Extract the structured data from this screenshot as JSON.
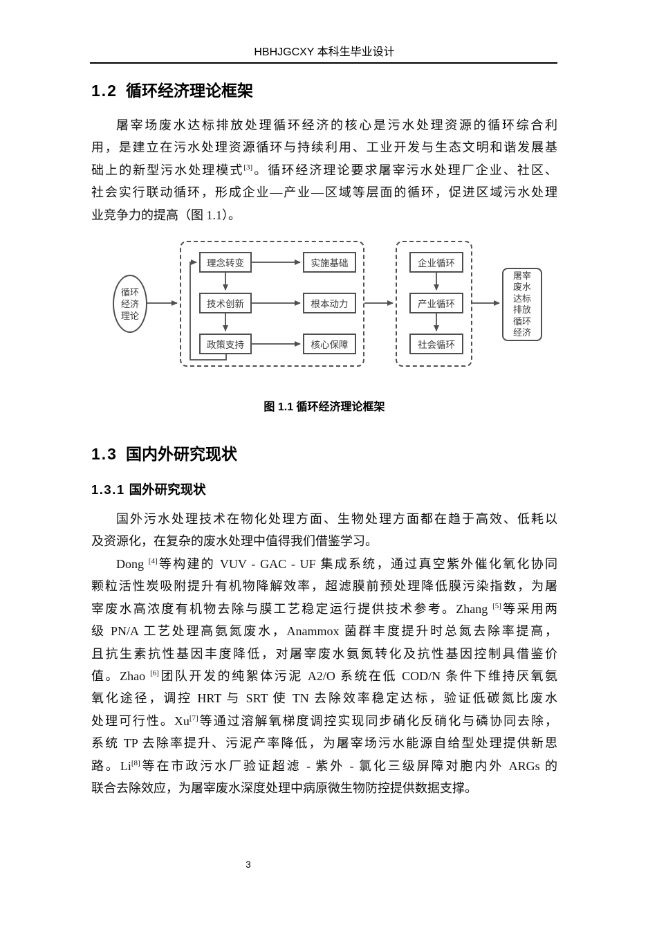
{
  "header": {
    "title": "HBHJGCXY 本科生毕业设计"
  },
  "sections": {
    "s12": {
      "number": "1.2",
      "title": "循环经济理论框架",
      "paragraph_lines": [
        "屠宰场废水达标排放处理循环经济的核心是污水处理资源的循环综合利",
        "用，是建立在污水处理资源循环与持续利用、工业开发与生态文明和谐发展基",
        "础上的新型污水处理模式[3]。循环经济理论要求屠宰污水处理厂企业、社区、",
        "社会实行联动循环，形成企业—产业—区域等层面的循环，促进区域污水处理",
        "业竞争力的提高（图 1.1）。"
      ]
    },
    "s13": {
      "number": "1.3",
      "title": "国内外研究现状",
      "sub": {
        "number": "1.3.1",
        "title": "国外研究现状",
        "paragraph1_lines": [
          "国外污水处理技术在物化处理方面、生物处理方面都在趋于高效、低耗以",
          "及资源化，在复杂的废水处理中值得我们借鉴学习。"
        ],
        "paragraph2_lines": [
          "Dong [4]等构建的 VUV - GAC - UF 集成系统，通过真空紫外催化氧化协同",
          "颗粒活性炭吸附提升有机物降解效率，超滤膜前预处理降低膜污染指数，为屠",
          "宰废水高浓度有机物去除与膜工艺稳定运行提供技术参考。Zhang [5]等采用两",
          "级 PN/A 工艺处理高氨氮废水，Anammox 菌群丰度提升时总氮去除率提高，",
          "且抗生素抗性基因丰度降低，对屠宰废水氨氮转化及抗性基因控制具借鉴价",
          "值。Zhao [6]团队开发的纯絮体污泥 A2/O 系统在低 COD/N 条件下维持厌氧氨",
          "氧化途径，调控 HRT 与 SRT 使 TN 去除效率稳定达标，验证低碳氮比废水",
          "处理可行性。Xu[7]等通过溶解氧梯度调控实现同步硝化反硝化与磷协同去除，",
          "系统 TP 去除率提升、污泥产率降低，为屠宰场污水能源自给型处理提供新思",
          "路。Li[8]等在市政污水厂验证超滤 - 紫外 - 氯化三级屏障对胞内外 ARGs 的",
          "联合去除效应，为屠宰废水深度处理中病原微生物防控提供数据支撑。"
        ]
      }
    }
  },
  "figure": {
    "caption": "图 1.1 循环经济理论框架",
    "stroke_color": "#4f4f4f",
    "source_node_lines": [
      "循环",
      "经济",
      "理论"
    ],
    "process_rows": [
      {
        "step": "理念转变",
        "outcome": "实施基础"
      },
      {
        "step": "技术创新",
        "outcome": "根本动力"
      },
      {
        "step": "政策支持",
        "outcome": "核心保障"
      }
    ],
    "cycle_nodes": [
      "企业循环",
      "产业循环",
      "社会循环"
    ],
    "result_node_lines": [
      "屠宰",
      "废水",
      "达标",
      "排放",
      "循环",
      "经济"
    ]
  },
  "footer": {
    "page_number": "3"
  }
}
